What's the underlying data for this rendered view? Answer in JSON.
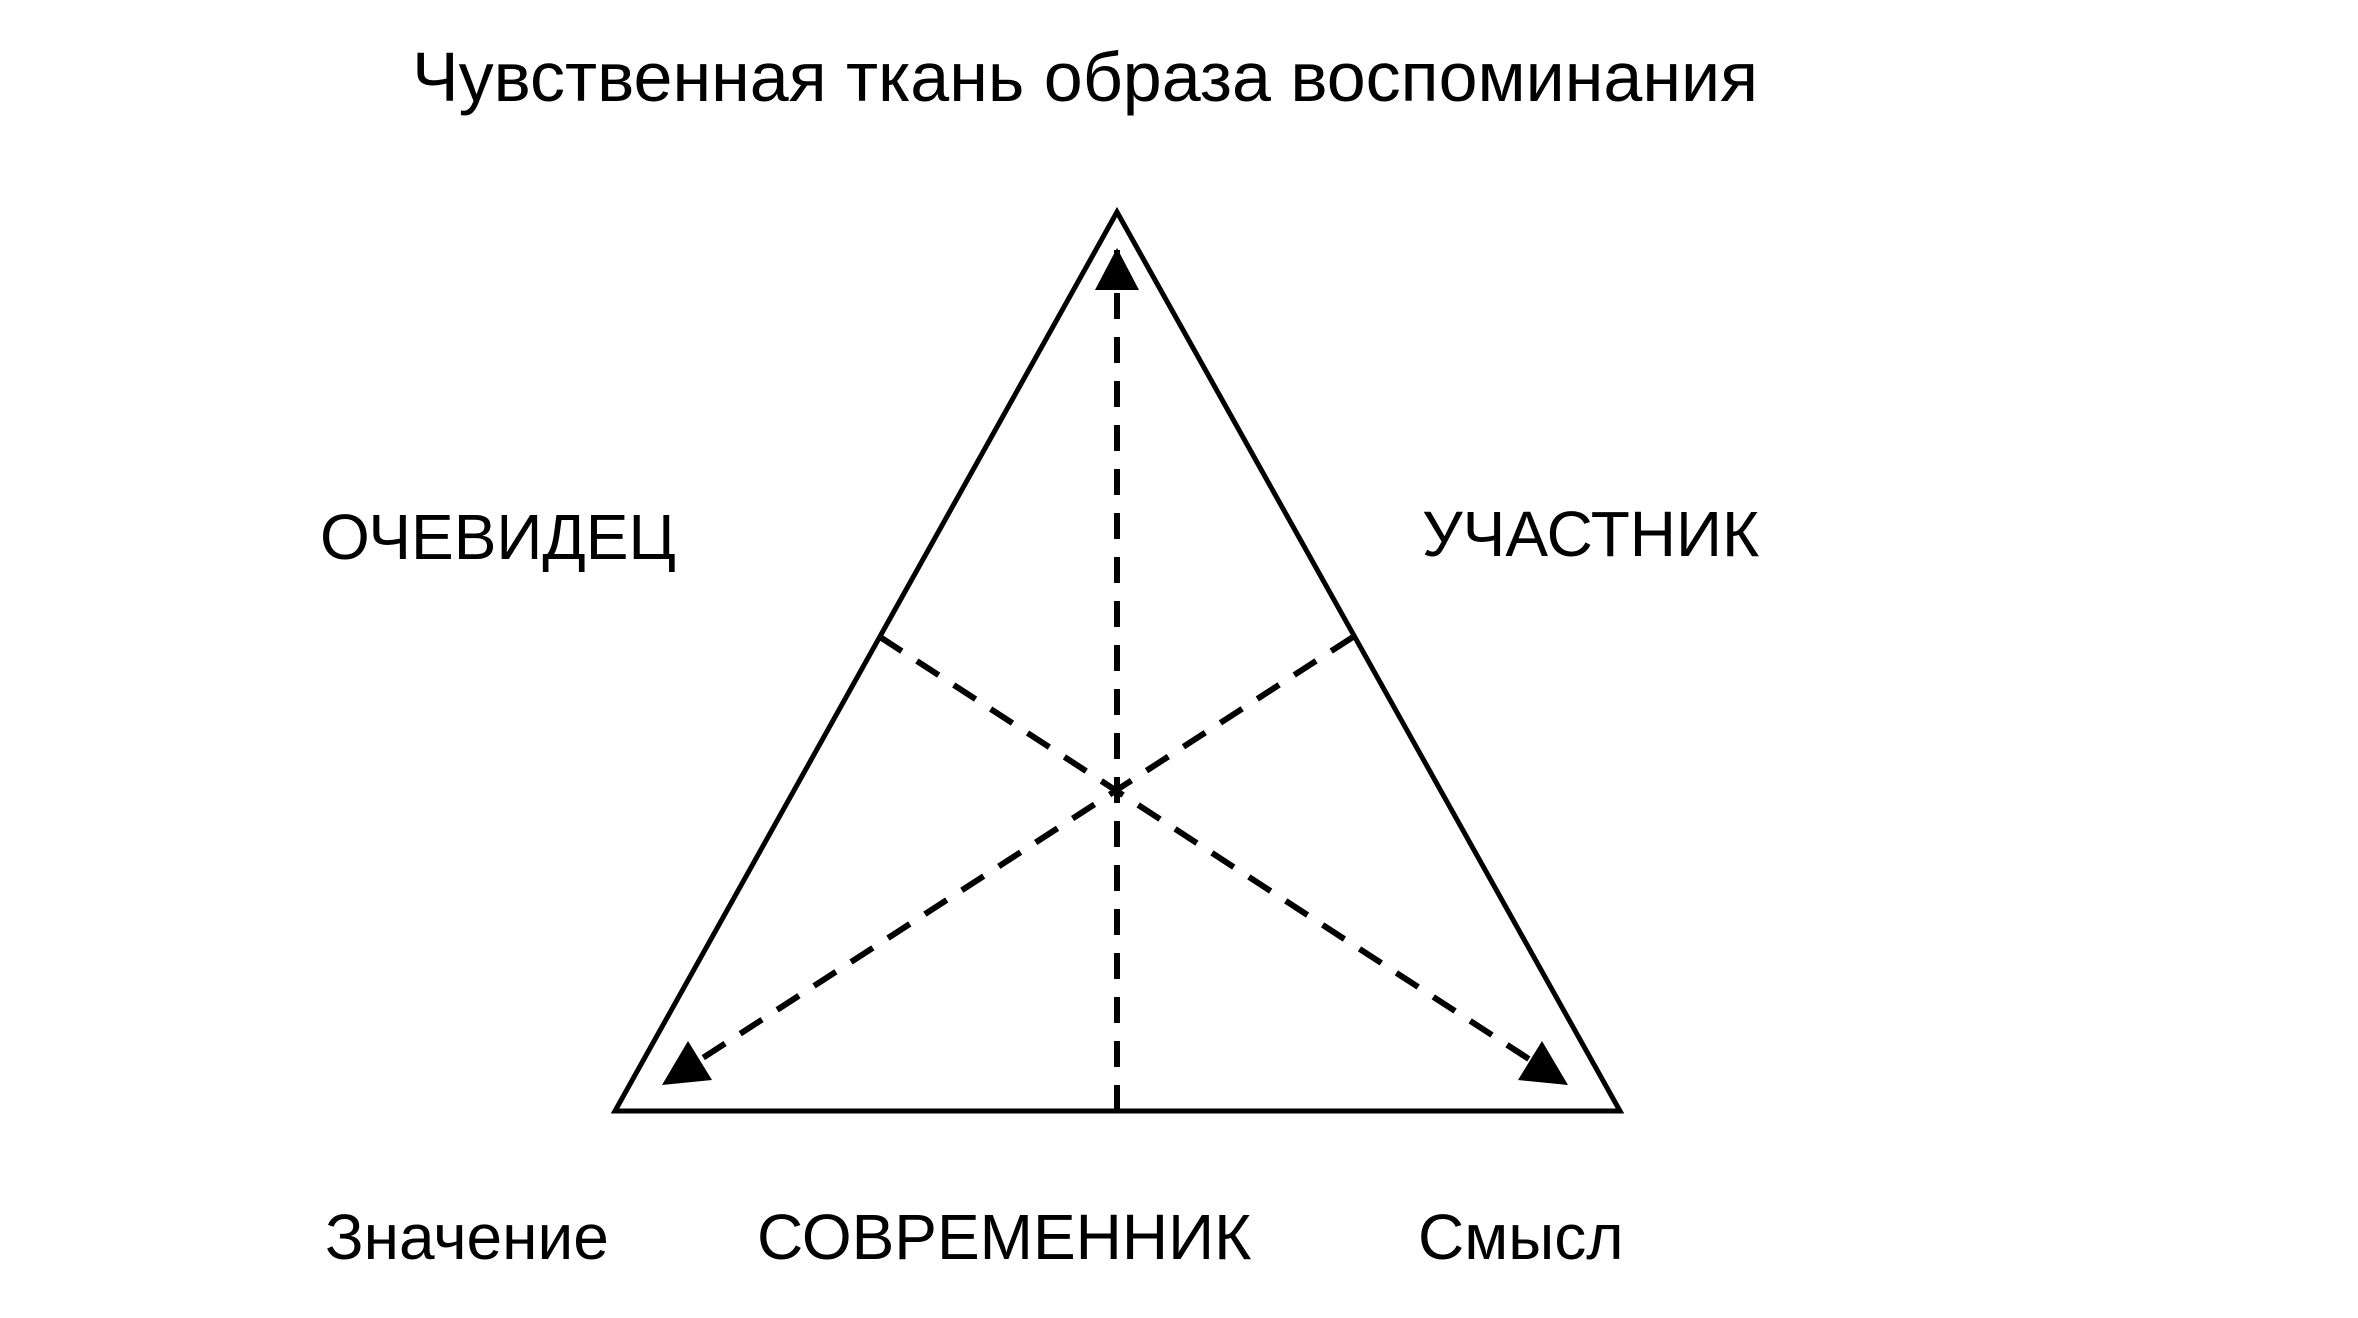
{
  "diagram": {
    "title": "Чувственная ткань образа воспоминания",
    "labels": {
      "left_side": "ОЧЕВИДЕЦ",
      "right_side": "УЧАСТНИК",
      "bottom_left": "Значение",
      "bottom_center": "СОВРЕМЕННИК",
      "bottom_right": "Смысл"
    },
    "colors": {
      "line": "#000000",
      "background": "#ffffff"
    }
  }
}
